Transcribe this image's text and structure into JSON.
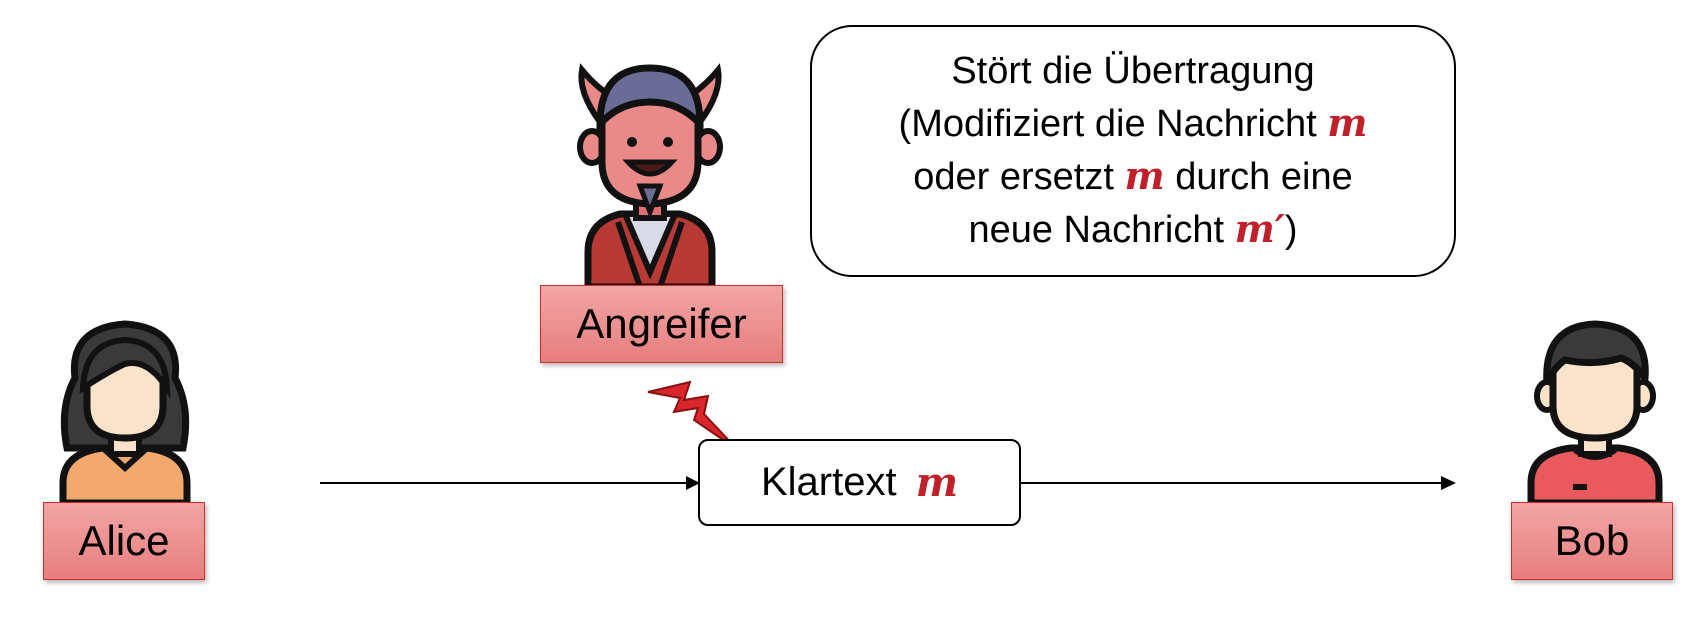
{
  "speech": {
    "line1": "Stört die Übertragung",
    "line2_prefix": "(Modifiziert die Nachricht ",
    "line2_math": "m",
    "line3_prefix": "oder ersetzt ",
    "line3_math": "m",
    "line3_suffix": " durch eine",
    "line4_prefix": "neue Nachricht ",
    "line4_math": "m′",
    "line4_suffix": ")"
  },
  "attacker": {
    "label": "Angreifer",
    "icon": "devil-avatar-icon"
  },
  "alice": {
    "label": "Alice",
    "icon": "woman-avatar-icon"
  },
  "bob": {
    "label": "Bob",
    "icon": "man-avatar-icon"
  },
  "message": {
    "label": "Klartext ",
    "math": "m"
  },
  "attack_icon": "lightning-bolt-icon",
  "colors": {
    "math": "#c0202a",
    "label_fill": "#ee8f8f",
    "label_border": "#c9302c"
  }
}
